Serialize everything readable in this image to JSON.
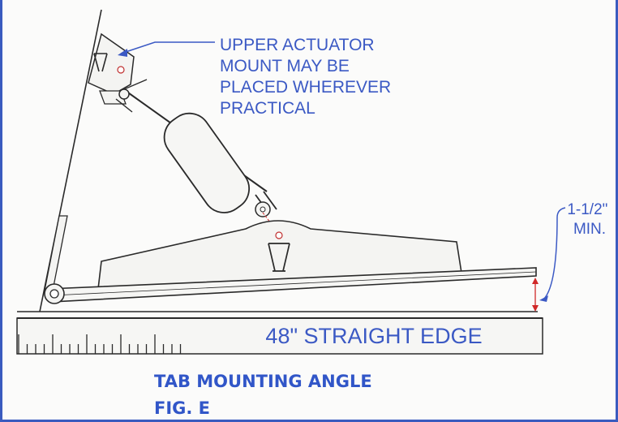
{
  "note_upper_mount": [
    "UPPER ACTUATOR",
    "MOUNT MAY BE",
    "PLACED WHEREVER",
    "PRACTICAL"
  ],
  "dimension_label": [
    "1-1/2\"",
    "MIN."
  ],
  "straight_edge_label": "48\" STRAIGHT EDGE",
  "caption_title": "TAB MOUNTING ANGLE",
  "caption_fig": "FIG. E",
  "colors": {
    "frame": "#3a5bbf",
    "label_text": "#3b59c4",
    "caption_text": "#3156c8",
    "dimension_arrow": "#d02828",
    "line": "#2a2a2a"
  }
}
